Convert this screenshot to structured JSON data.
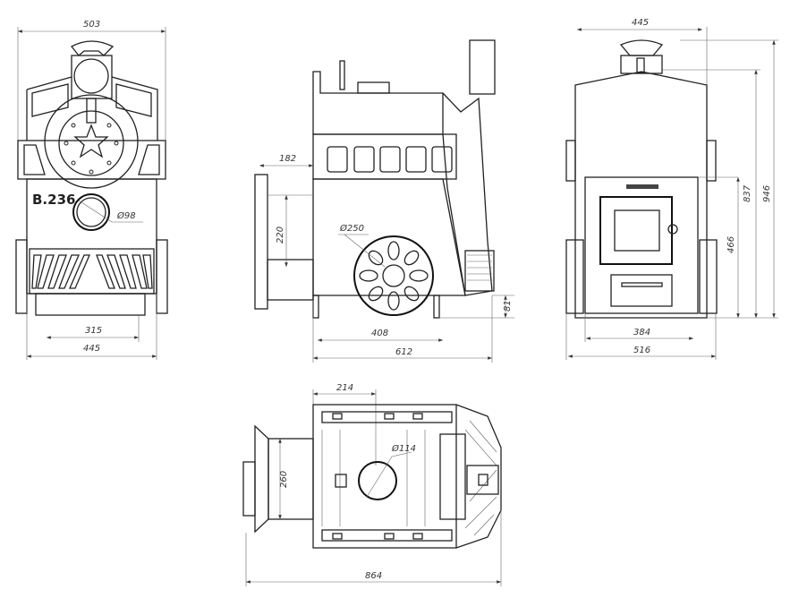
{
  "drawing": {
    "front_view": {
      "model_marking": "B.236",
      "dimensions": {
        "overall_width": "503",
        "body_width": "445",
        "drawer_width": "315",
        "flue_diameter": "Ø98"
      }
    },
    "side_view": {
      "dimensions": {
        "door_offset": "182",
        "door_height": "220",
        "wheel_diameter": "Ø250",
        "body_length": "408",
        "overall_length": "612",
        "base_height": "81"
      }
    },
    "rear_view": {
      "dimensions": {
        "top_width": "445",
        "height_to_shoulder": "837",
        "overall_height": "946",
        "door_section_height": "466",
        "door_width": "384",
        "overall_width": "516"
      }
    },
    "top_view": {
      "dimensions": {
        "flue_offset": "214",
        "flue_diameter": "Ø114",
        "tunnel_width": "260",
        "overall_length": "864"
      }
    }
  },
  "colors": {
    "line": "#222222",
    "dimension": "#666666",
    "background": "#ffffff"
  }
}
